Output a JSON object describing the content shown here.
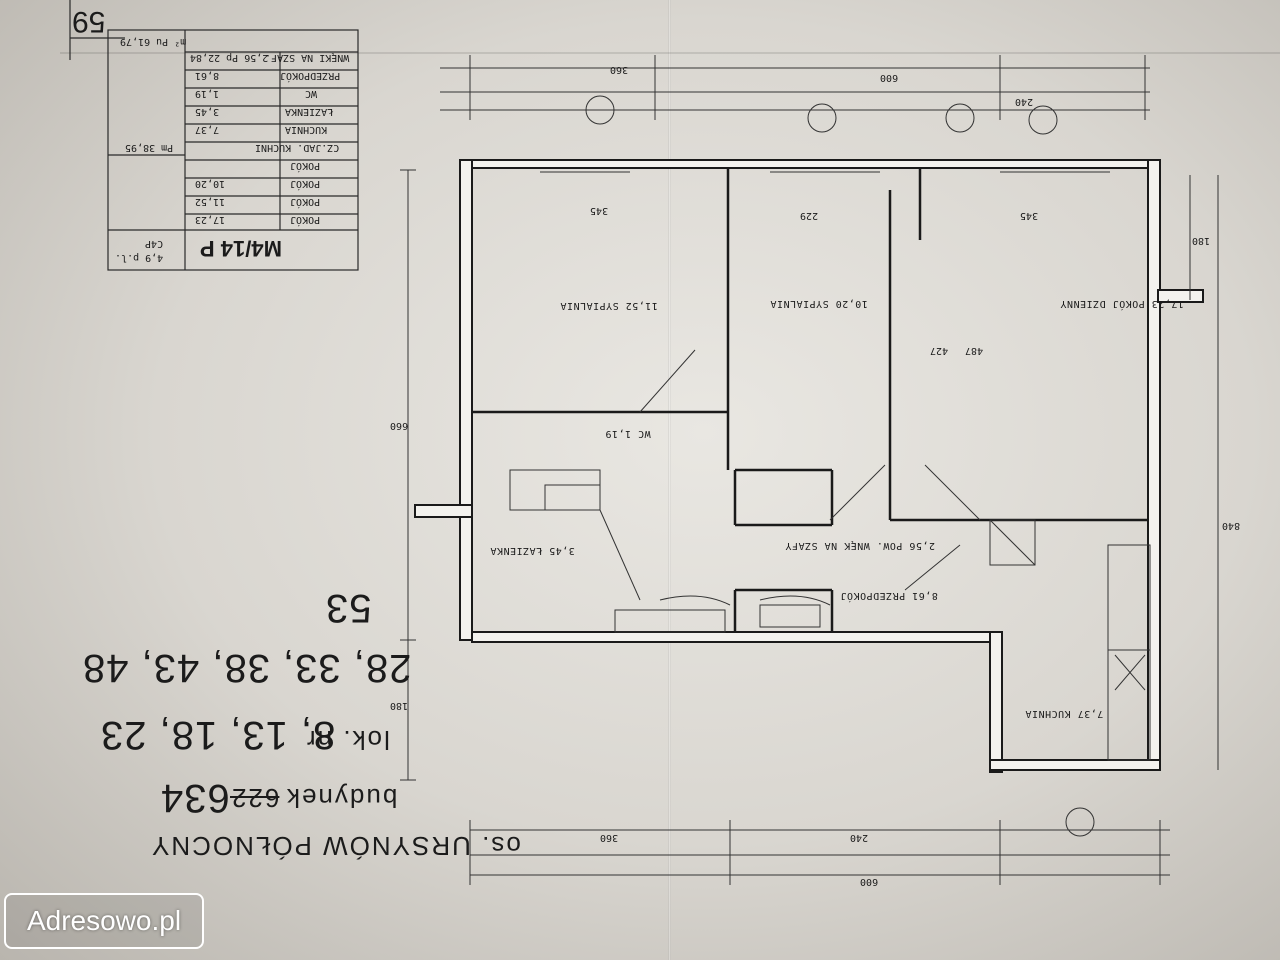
{
  "header": {
    "page_number": "59",
    "type_code": "M4/14 P",
    "subtype": "4,9 p.l.",
    "variant": "C4P"
  },
  "table": {
    "rows": [
      {
        "label": "POKÓJ",
        "value": "17,23"
      },
      {
        "label": "POKÓJ",
        "value": "11,52"
      },
      {
        "label": "POKÓJ",
        "value": "10,20"
      },
      {
        "label": "POKÓJ",
        "value": ""
      },
      {
        "label": "CZ.JAD. KUCHNI",
        "value": "Pm 38,95"
      },
      {
        "label": "KUCHNIA",
        "value": "7,37"
      },
      {
        "label": "ŁAZIENKA",
        "value": "3,45"
      },
      {
        "label": "WC",
        "value": "1,19"
      },
      {
        "label": "PRZEDPOKÓJ",
        "value": "8,61"
      },
      {
        "label": "WNĘKI NA SZAF.",
        "value": "2,56 Pp 22,84"
      },
      {
        "label": "",
        "value": "m² Pu 61,79"
      }
    ]
  },
  "rooms": {
    "room1": "17,23 POKÓJ DZIENNY",
    "room2": "11,52 SYPIALNIA",
    "room3": "10,20 SYPIALNIA",
    "kitchen": "7,37 KUCHNIA",
    "bathroom": "3,45 ŁAZIENKA",
    "hall": "8,61 PRZEDPOKÓJ",
    "wardrobe": "2,56 POW. WNĘK NA SZAFY",
    "wc": "WC 1,19"
  },
  "dimensions": {
    "top_total": "600",
    "top_a": "360",
    "top_b": "240",
    "bottom_total": "600",
    "bottom_a": "360",
    "bottom_b": "240",
    "left_a": "660",
    "left_b": "180",
    "right_total": "840",
    "right_a": "180",
    "d345a": "345",
    "d345b": "345",
    "d427": "427",
    "d487": "487",
    "d229": "229"
  },
  "address": {
    "estate": "os. URSYNÓW PÓŁNOCNY",
    "building_label": "budynek",
    "building_old": "622",
    "building_new": "634",
    "units_label": "lok. nr",
    "units_1": "8, 13, 18, 23",
    "units_2": "28, 33, 38, 43, 48",
    "sheet": "53"
  },
  "watermark": "Adresowo.pl"
}
